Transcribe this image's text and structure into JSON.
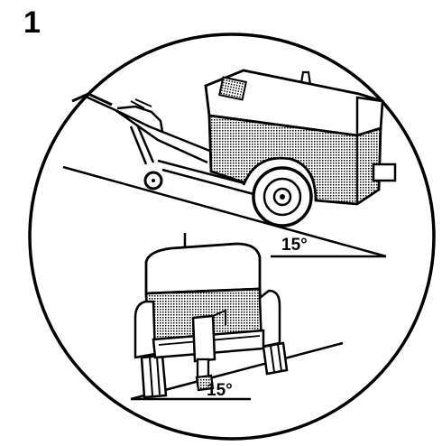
{
  "figure": {
    "number": "1",
    "top_view": {
      "angle_label": "15°"
    },
    "rear_view": {
      "angle_label": "15°"
    }
  },
  "colors": {
    "ink": "#000000",
    "paper": "#ffffff",
    "shade": "#9a9a9a"
  }
}
